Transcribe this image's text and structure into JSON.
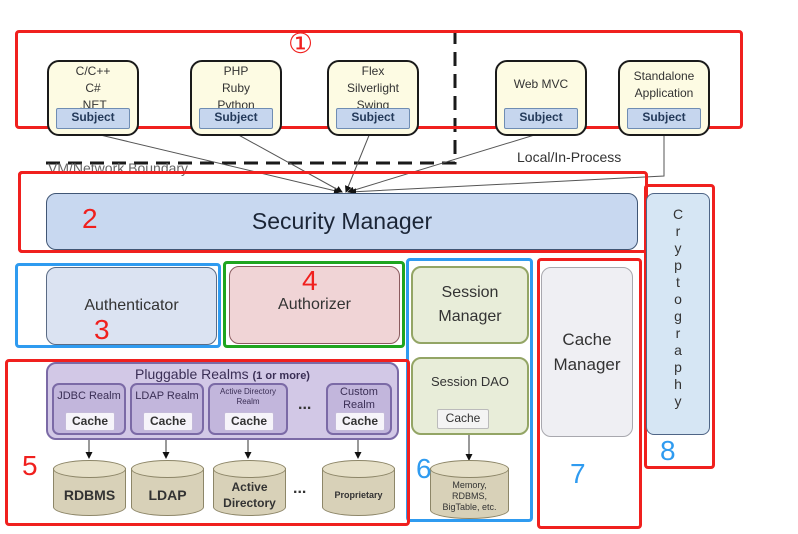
{
  "clients": [
    {
      "lines": [
        "C/C++",
        "C#",
        ".NET"
      ],
      "subject": "Subject"
    },
    {
      "lines": [
        "PHP",
        "Ruby",
        "Python"
      ],
      "subject": "Subject"
    },
    {
      "lines": [
        "Flex",
        "Silverlight",
        "Swing"
      ],
      "subject": "Subject"
    },
    {
      "lines": [
        "Web MVC"
      ],
      "subject": "Subject"
    },
    {
      "lines": [
        "Standalone",
        "Application"
      ],
      "subject": "Subject"
    }
  ],
  "labels": {
    "vm_boundary": "VM/Network Boundary",
    "local_process": "Local/In-Process",
    "security_manager": "Security Manager",
    "authenticator": "Authenticator",
    "authorizer": "Authorizer",
    "session_manager_l1": "Session",
    "session_manager_l2": "Manager",
    "session_dao": "Session DAO",
    "session_cache": "Cache",
    "session_store_l1": "Memory,",
    "session_store_l2": "RDBMS,",
    "session_store_l3": "BigTable, etc.",
    "cache_manager_l1": "Cache",
    "cache_manager_l2": "Manager",
    "cryptography": [
      "C",
      "r",
      "y",
      "p",
      "t",
      "o",
      "g",
      "r",
      "a",
      "p",
      "h",
      "y"
    ]
  },
  "realms": {
    "title": "Pluggable Realms",
    "title_suffix": "(1 or more)",
    "items": [
      {
        "name_l1": "JDBC Realm",
        "name_l2": "",
        "cache": "Cache",
        "store_l1": "RDBMS",
        "store_l2": ""
      },
      {
        "name_l1": "LDAP Realm",
        "name_l2": "",
        "cache": "Cache",
        "store_l1": "LDAP",
        "store_l2": ""
      },
      {
        "name_l1": "Active Directory",
        "name_l2": "Realm",
        "cache": "Cache",
        "store_l1": "Active",
        "store_l2": "Directory"
      },
      {
        "name_l1": "Custom",
        "name_l2": "Realm",
        "cache": "Cache",
        "store_l1": "Proprietary",
        "store_l2": ""
      }
    ],
    "ellipsis": "..."
  },
  "annotations": {
    "n1": "①",
    "n2": "2",
    "n3": "3",
    "n4": "4",
    "n5": "5",
    "n6": "6",
    "n7": "7",
    "n8": "8"
  },
  "colors": {
    "highlight_red": "#f0201e",
    "highlight_blue": "#2f9bf0",
    "highlight_green": "#1fa51f"
  }
}
